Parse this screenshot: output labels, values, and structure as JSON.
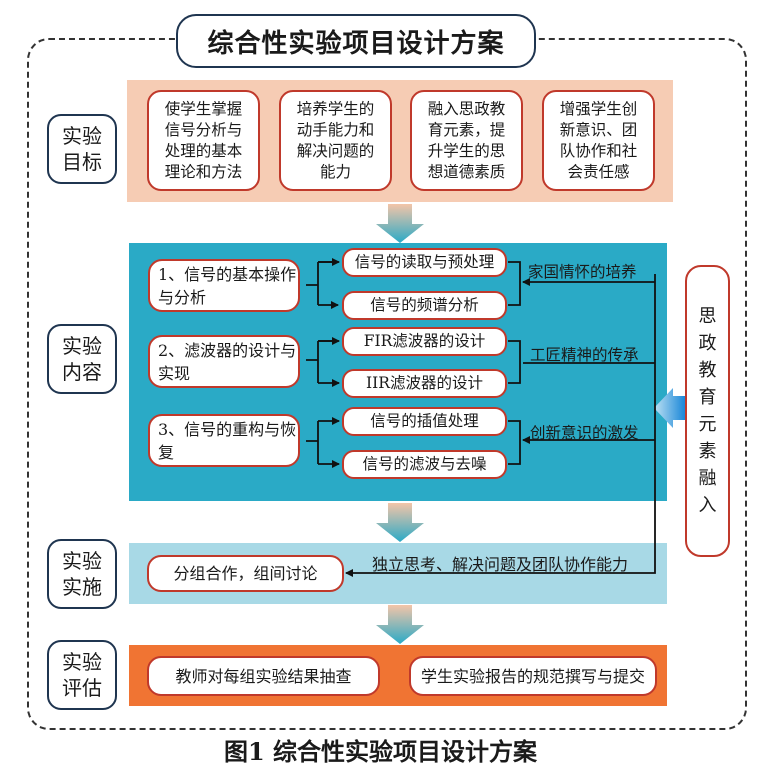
{
  "title": "综合性实验项目设计方案",
  "stages": [
    {
      "line1": "实验",
      "line2": "目标"
    },
    {
      "line1": "实验",
      "line2": "内容"
    },
    {
      "line1": "实验",
      "line2": "实施"
    },
    {
      "line1": "实验",
      "line2": "评估"
    }
  ],
  "goals": [
    [
      "使学生掌握",
      "信号分析与",
      "处理的基本",
      "理论和方法"
    ],
    [
      "培养学生的",
      "动手能力和",
      "解决问题的",
      "能力"
    ],
    [
      "融入思政教",
      "育元素，提",
      "升学生的思",
      "想道德素质"
    ],
    [
      "增强学生创",
      "新意识、团",
      "队协作和社",
      "会责任感"
    ]
  ],
  "content": [
    {
      "topic": [
        "1、信号的基本操作",
        "与分析"
      ],
      "subs": [
        "信号的读取与预处理",
        "信号的频谱分析"
      ],
      "value": "家国情怀的培养"
    },
    {
      "topic": [
        "2、滤波器的设计与",
        "实现"
      ],
      "subs": [
        "FIR滤波器的设计",
        "IIR滤波器的设计"
      ],
      "value": "工匠精神的传承"
    },
    {
      "topic": [
        "3、信号的重构与恢",
        "复"
      ],
      "subs": [
        "信号的插值处理",
        "信号的滤波与去噪"
      ],
      "value": "创新意识的激发"
    }
  ],
  "implementation": {
    "box": "分组合作，组间讨论",
    "label": "独立思考、解决问题及团队协作能力"
  },
  "evaluation": [
    "教师对每组实验结果抽查",
    "学生实验报告的规范撰写与提交"
  ],
  "side_panel": [
    "思",
    "政",
    "教",
    "育",
    "元",
    "素",
    "融",
    "入"
  ],
  "caption": "图1 综合性实验项目设计方案",
  "colors": {
    "goal_band": "#f6ccb4",
    "content_band": "#2aaac6",
    "implementation_band": "#a8d9e6",
    "evaluation_band": "#f07433",
    "box_border": "#c0392b",
    "stage_border": "#1f3550"
  }
}
